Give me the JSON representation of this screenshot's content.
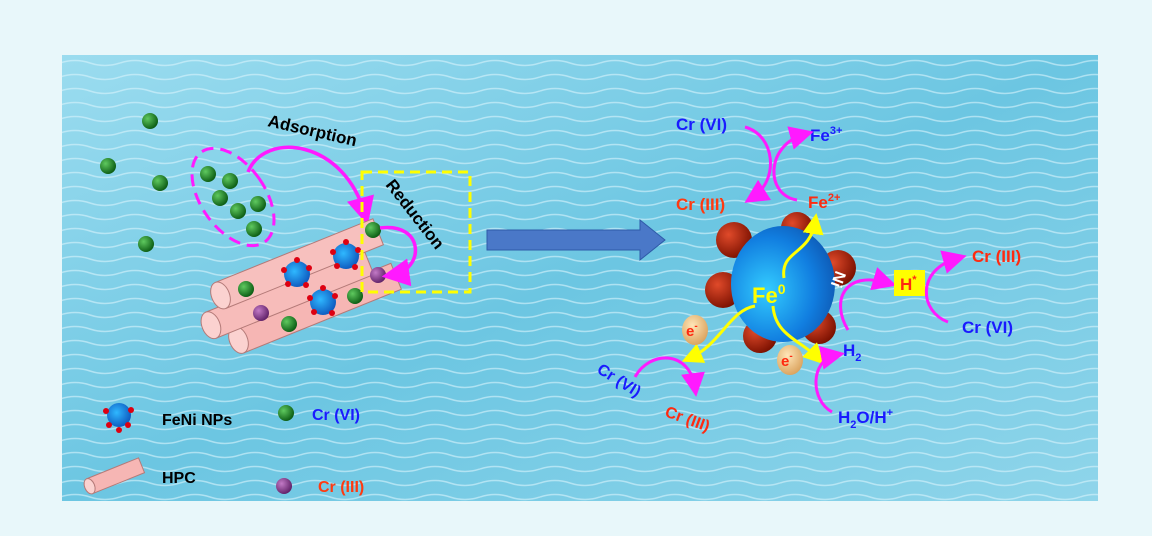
{
  "left": {
    "adsorption_label": "Adsorption",
    "reduction_label": "Reduction"
  },
  "legend": {
    "feni_label": "FeNi NPs",
    "hpc_label": "HPC",
    "cr6_label": "Cr (VI)",
    "cr3_label": "Cr (III)"
  },
  "right": {
    "top_cr6": "Cr (VI)",
    "top_fe3": "Fe",
    "top_fe3_sup": "3+",
    "top_cr3": "Cr (III)",
    "top_fe2": "Fe",
    "top_fe2_sup": "2+",
    "core": "Fe",
    "core_sup": "0",
    "ni": "Ni",
    "h_star": "H",
    "h_star_sup": "*",
    "right_cr3": "Cr (III)",
    "right_cr6": "Cr (VI)",
    "electron1": "e",
    "electron2": "e",
    "electron_sup": "-",
    "h2": "H",
    "h2_sub": "2",
    "h2o": "H",
    "h2o_sub": "2",
    "h2o_rest": "O/H",
    "h2o_sup": "+",
    "bottom_cr6": "Cr (VI)",
    "bottom_cr3": "Cr (III)"
  },
  "colors": {
    "blue_text": "#1a1aff",
    "red_text": "#ff2a10",
    "magenta": "#ff1aff",
    "yellow": "#ffff00",
    "water": "#7fd0e6",
    "frame": "#e8f7fa"
  }
}
